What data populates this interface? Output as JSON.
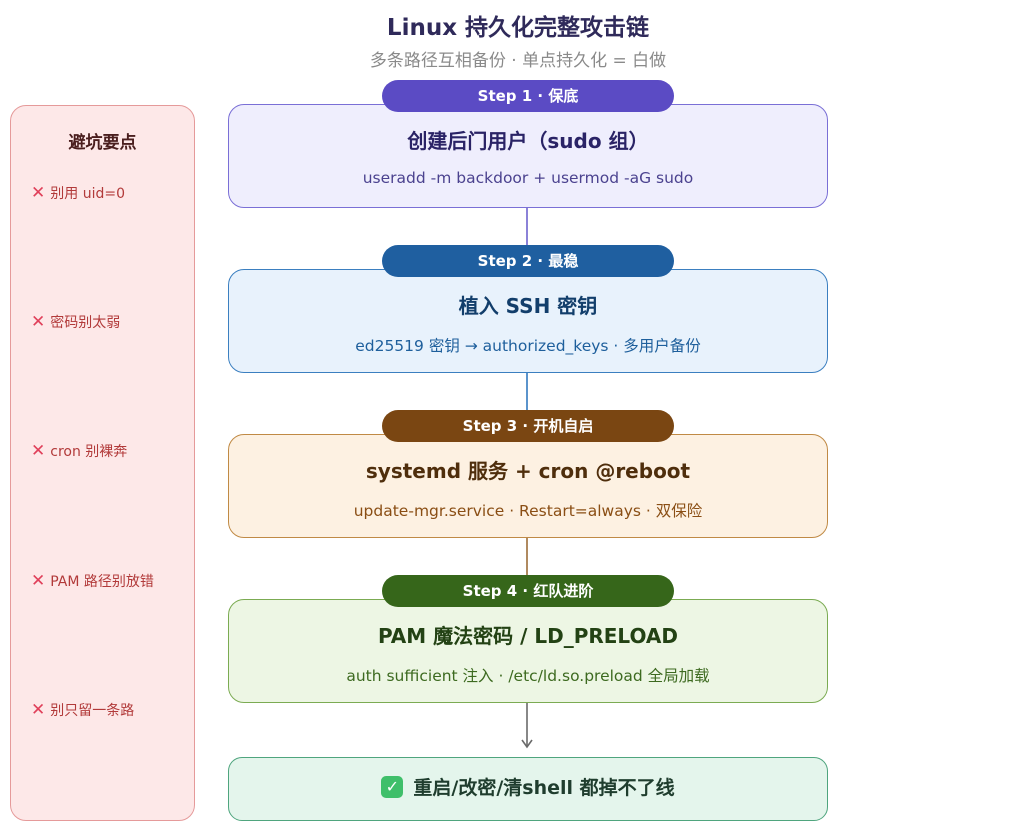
{
  "title": "Linux 持久化完整攻击链",
  "subtitle": "多条路径互相备份 · 单点持久化 = 白做",
  "pitfalls": {
    "title": "避坑要点",
    "items": [
      "别用 uid=0",
      "密码别太弱",
      "cron 别裸奔",
      "PAM 路径别放错",
      "别只留一条路"
    ]
  },
  "steps": [
    {
      "badge": "Step 1 · 保底",
      "title": "创建后门用户（sudo 组）",
      "detail": "useradd -m backdoor + usermod -aG sudo",
      "colors": {
        "badge": "#5b4bc4",
        "border": "#7a6fd6",
        "fill": "#efeefd"
      }
    },
    {
      "badge": "Step 2 · 最稳",
      "title": "植入 SSH 密钥",
      "detail": "ed25519 密钥 → authorized_keys · 多用户备份",
      "colors": {
        "badge": "#1f5fa0",
        "border": "#3b7fc0",
        "fill": "#e8f2fc"
      }
    },
    {
      "badge": "Step 3 · 开机自启",
      "title": "systemd 服务 + cron @reboot",
      "detail": "update-mgr.service · Restart=always · 双保险",
      "colors": {
        "badge": "#7a4612",
        "border": "#c08a45",
        "fill": "#fdf1e2"
      }
    },
    {
      "badge": "Step 4 · 红队进阶",
      "title": "PAM 魔法密码 / LD_PRELOAD",
      "detail": "auth sufficient 注入 · /etc/ld.so.preload 全局加载",
      "colors": {
        "badge": "#36661a",
        "border": "#7bab52",
        "fill": "#edf6e4"
      }
    }
  ],
  "result": {
    "icon": "check-mark-icon",
    "text": "重启/改密/清shell 都掉不了线"
  }
}
